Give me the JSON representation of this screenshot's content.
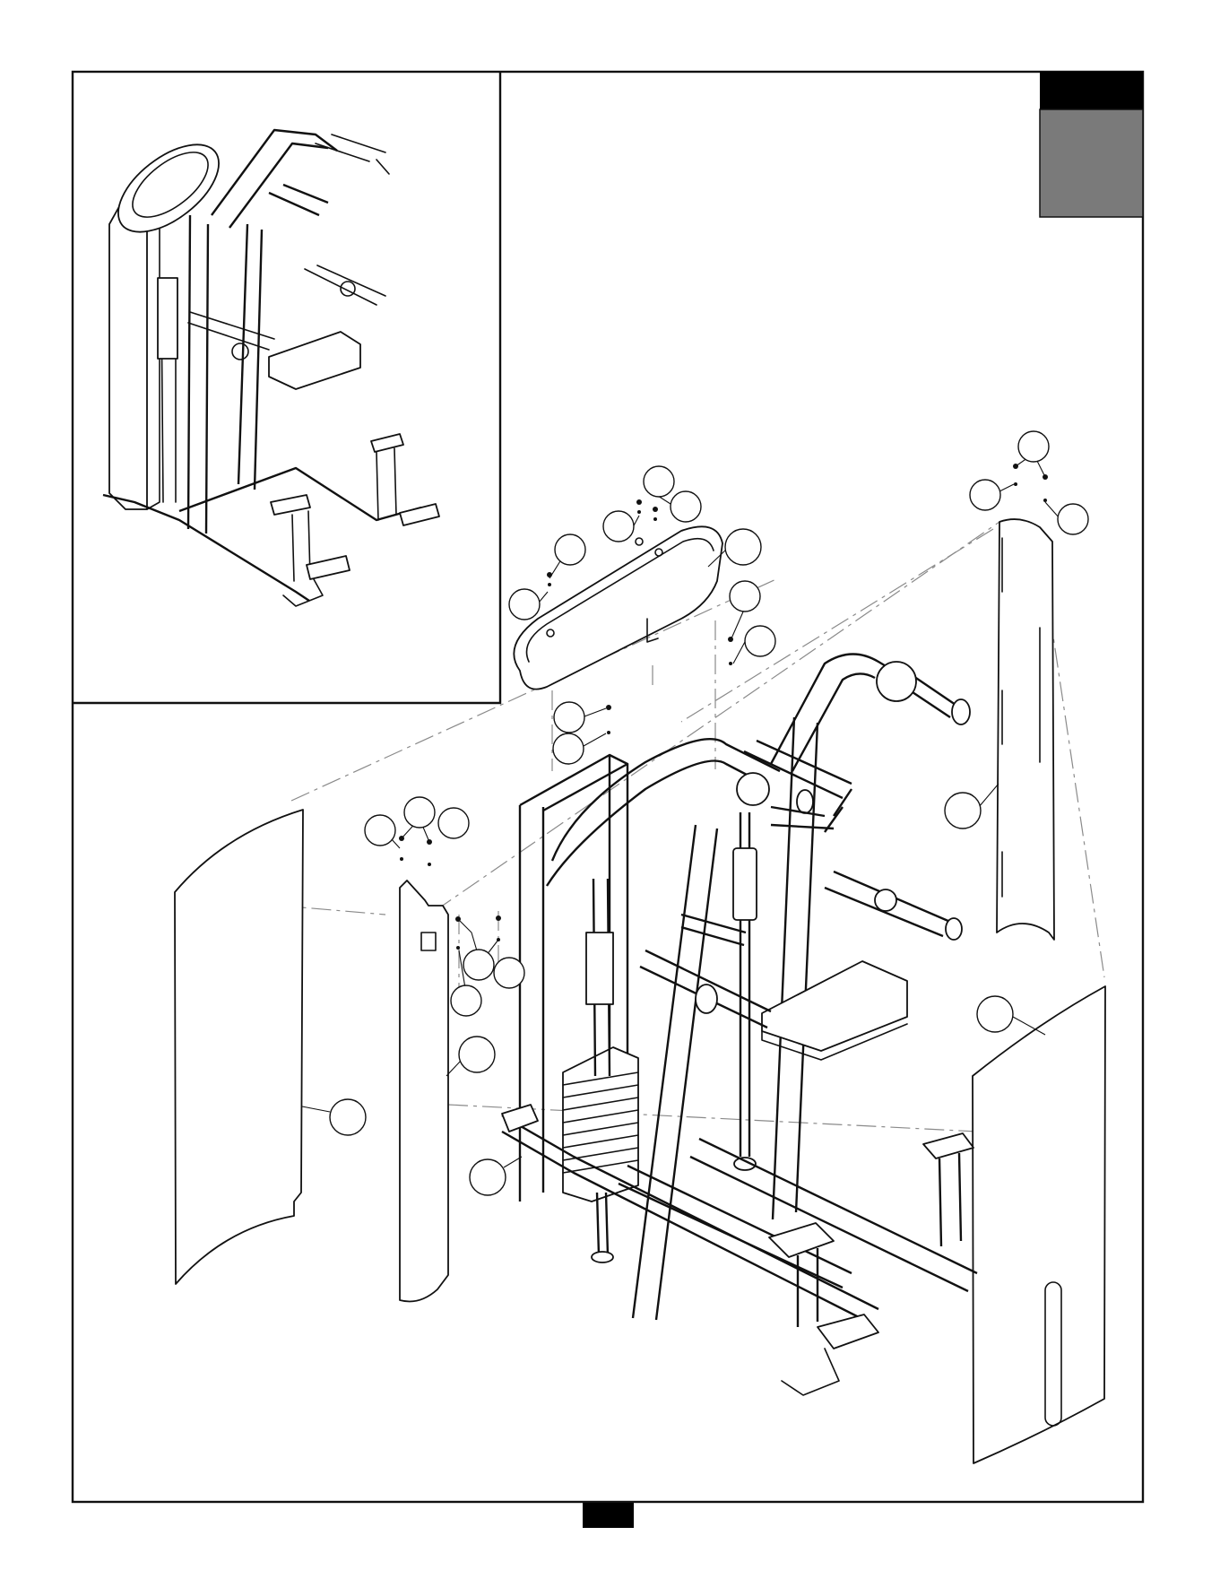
{
  "page": {
    "page_number": "",
    "section_tab_label": ""
  },
  "callouts": [
    {
      "id": "c-top-1",
      "label": ""
    },
    {
      "id": "c-top-2",
      "label": ""
    },
    {
      "id": "c-top-3",
      "label": ""
    },
    {
      "id": "c-top-4",
      "label": ""
    },
    {
      "id": "c-shroud-1",
      "label": ""
    },
    {
      "id": "c-shroud-2",
      "label": ""
    },
    {
      "id": "c-shroud-3",
      "label": ""
    },
    {
      "id": "c-shroud-4",
      "label": ""
    },
    {
      "id": "c-shroud-5",
      "label": ""
    },
    {
      "id": "c-mid-1",
      "label": ""
    },
    {
      "id": "c-mid-2",
      "label": ""
    },
    {
      "id": "c-right-1",
      "label": ""
    },
    {
      "id": "c-right-2",
      "label": ""
    },
    {
      "id": "c-right-3",
      "label": ""
    },
    {
      "id": "c-right-4",
      "label": ""
    },
    {
      "id": "c-right-5",
      "label": ""
    },
    {
      "id": "c-left-1",
      "label": ""
    },
    {
      "id": "c-left-2",
      "label": ""
    },
    {
      "id": "c-left-3",
      "label": ""
    },
    {
      "id": "c-left-4",
      "label": ""
    },
    {
      "id": "c-left-5",
      "label": ""
    },
    {
      "id": "c-left-6",
      "label": ""
    },
    {
      "id": "c-left-7",
      "label": ""
    },
    {
      "id": "c-left-8",
      "label": ""
    },
    {
      "id": "c-left-9",
      "label": ""
    },
    {
      "id": "c-frame",
      "label": ""
    },
    {
      "id": "c-rear-right",
      "label": ""
    }
  ]
}
